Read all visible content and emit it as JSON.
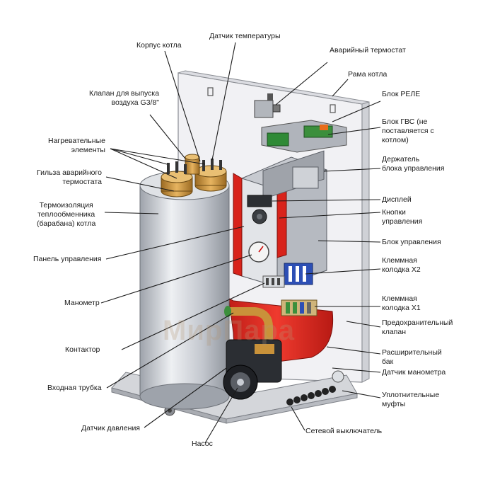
{
  "labels": {
    "korpus": "Корпус котла",
    "datchik_temp": "Датчик температуры",
    "avar_termostat": "Аварийный термостат",
    "rama": "Рама котла",
    "klapan_vypuska": "Клапан для выпуска\nвоздуха G3/8\"",
    "blok_rele": "Блок РЕЛЕ",
    "nagrev": "Нагревательные\nэлементы",
    "blok_gvs": "Блок ГВС (не\nпоставляется с\nкотлом)",
    "gilza": "Гильза аварийного\nтермостата",
    "derzhatel": "Держатель\nблока управления",
    "termoizol": "Термоизоляция\nтеплообменника\n(барабана) котла",
    "displei": "Дисплей",
    "knopki": "Кнопки\nуправления",
    "panel": "Панель управления",
    "blok_upr": "Блок управления",
    "kolodka_x2": "Клеммная\nколодка X2",
    "manometr": "Манометр",
    "kolodka_x1": "Клеммная\nколодка X1",
    "predohran": "Предохранительный\nклапан",
    "kontaktor": "Контактор",
    "rasshir": "Расширительный\nбак",
    "datchik_manom": "Датчик манометра",
    "vhodnaya": "Входная трубка",
    "uplotnit": "Уплотнительные\nмуфты",
    "datchik_davl": "Датчик давления",
    "setevoi": "Сетевой выключатель",
    "nasos": "Насос"
  },
  "watermark": "МирПара",
  "colors": {
    "frame": "#ececf0",
    "tank": "#c9cdd4",
    "red": "#d8231b",
    "brass": "#c9923a",
    "panel": "#d9dce1",
    "dark": "#2c2f33",
    "green": "#3b8f3c"
  }
}
